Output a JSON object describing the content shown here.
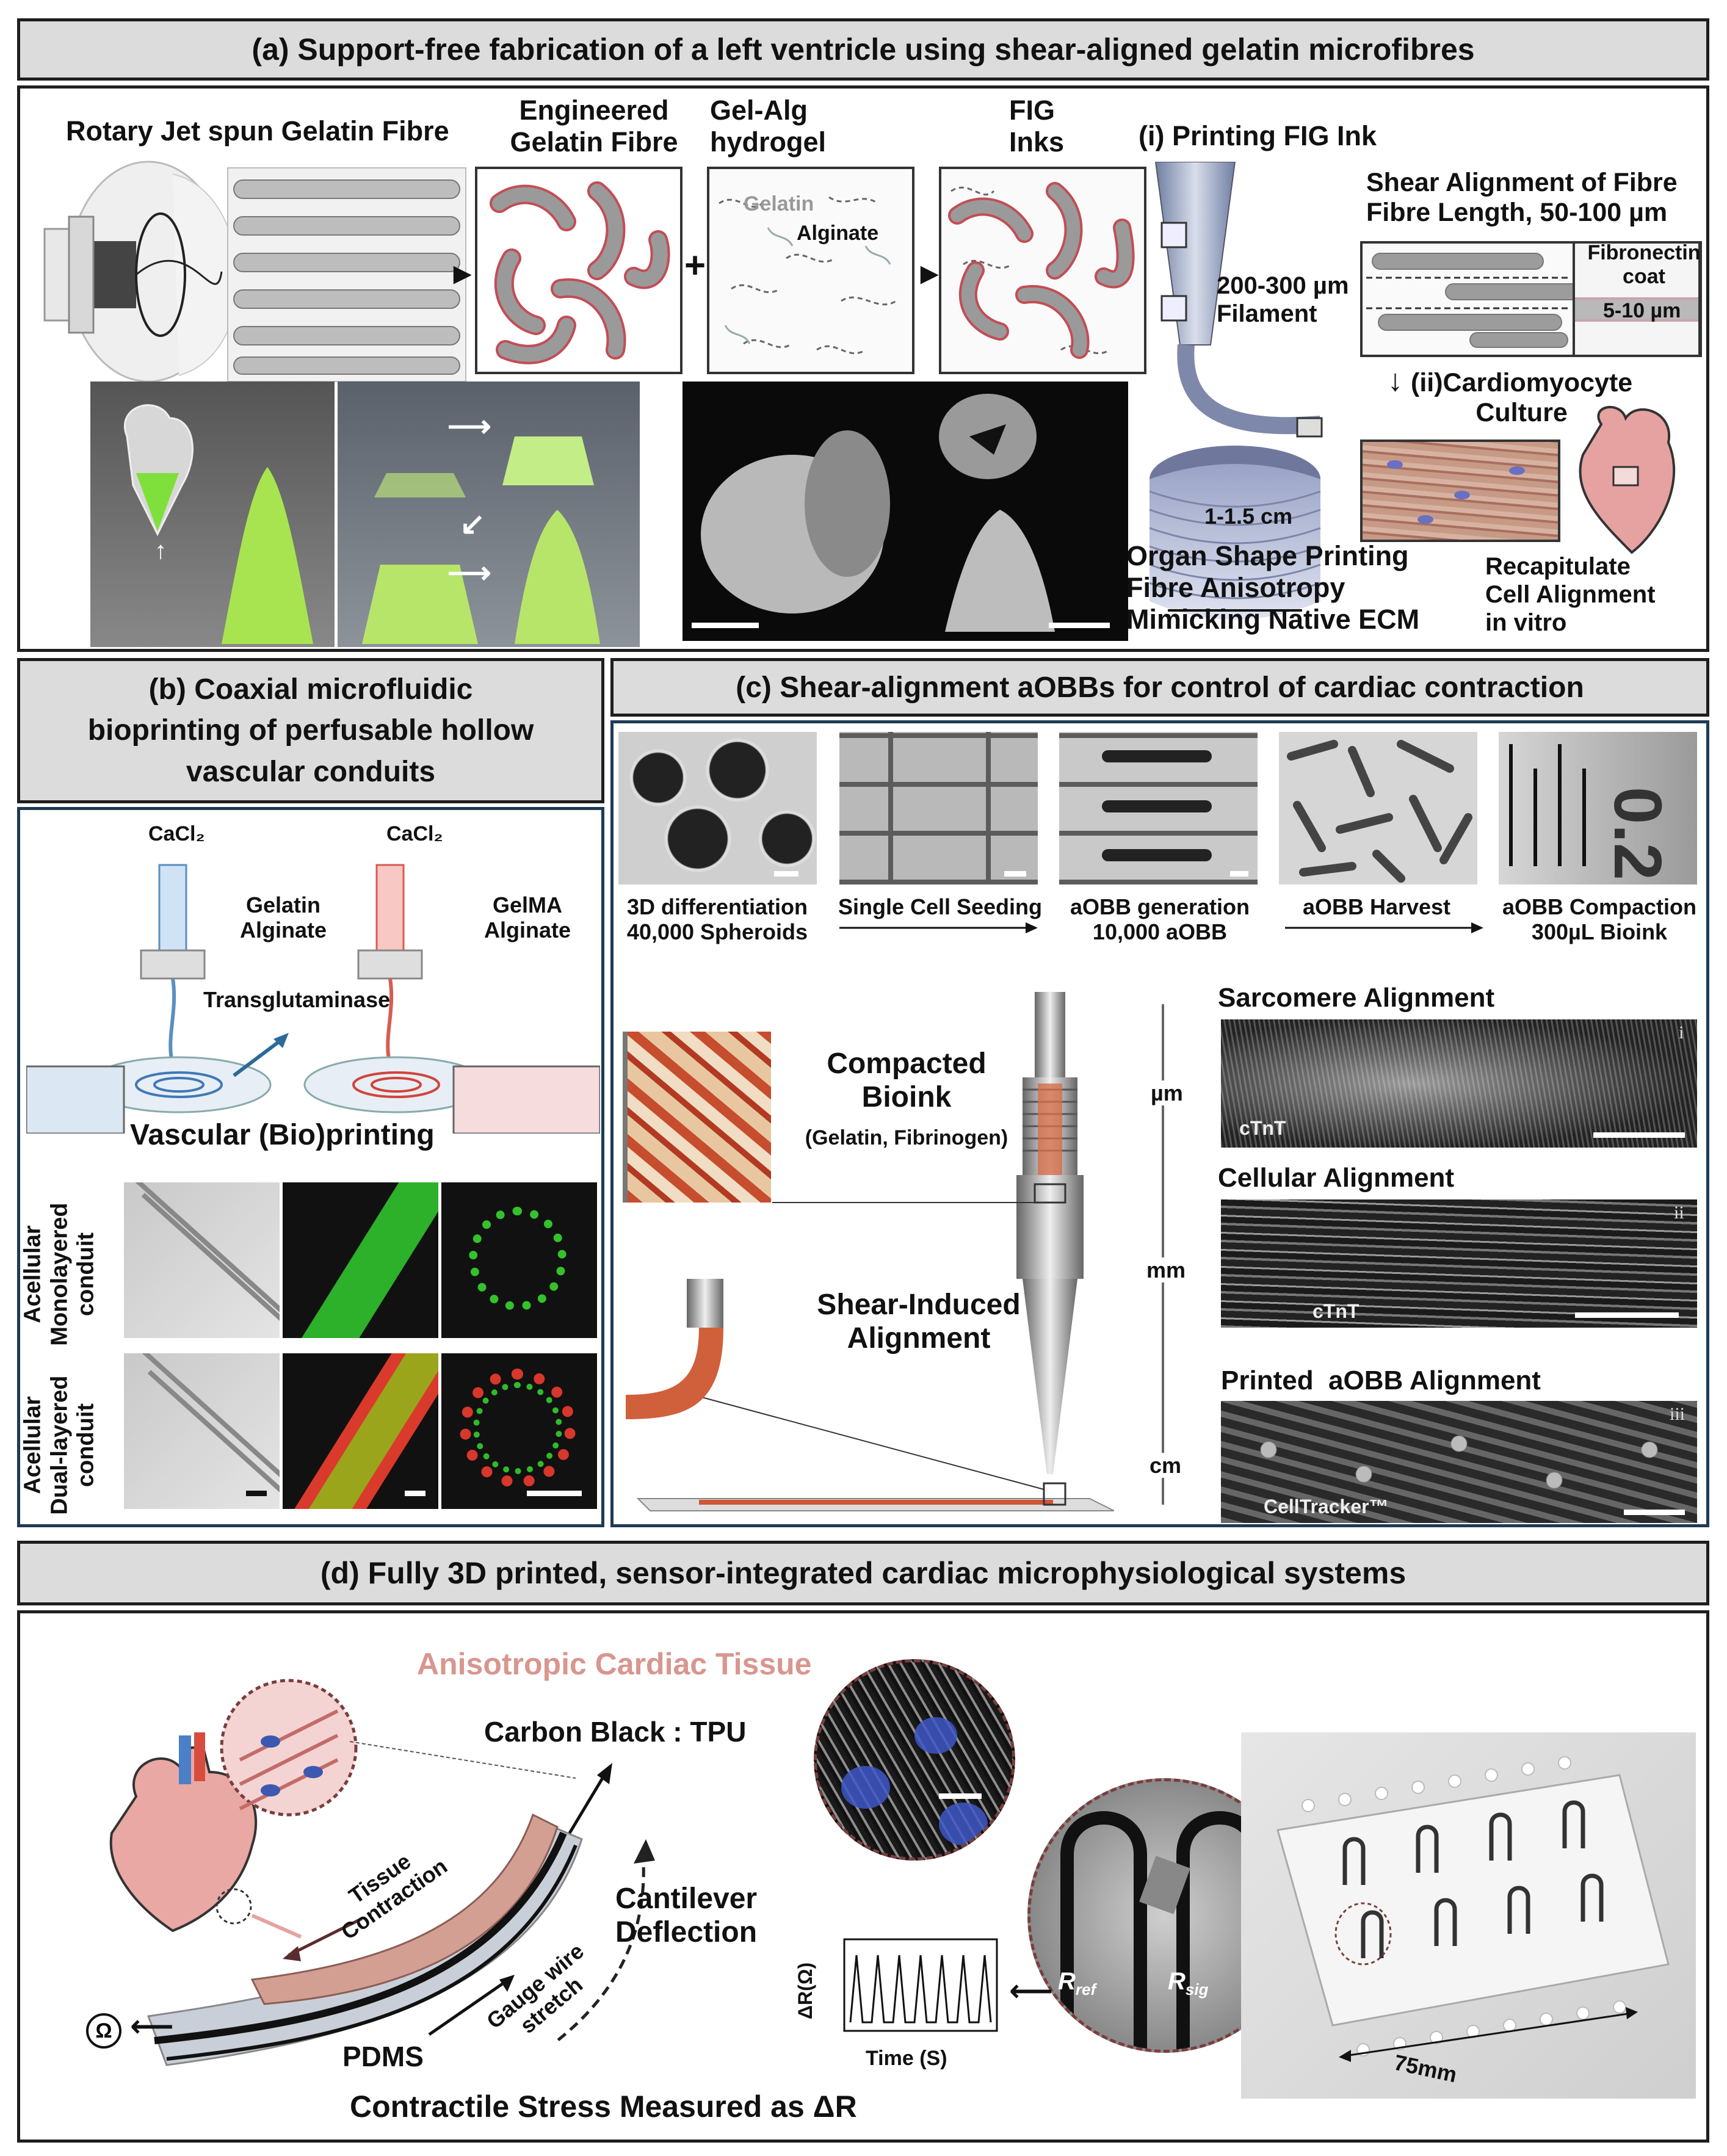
{
  "panel_a": {
    "title": "(a) Support-free fabrication of a left ventricle using shear-aligned gelatin microfibres",
    "rjs_label": "Rotary Jet spun Gelatin Fibre",
    "engineered_label": "Engineered\nGelatin Fibre",
    "gelalg_label": "Gel-Alg\nhydrogel",
    "gelatin_label": "Gelatin",
    "alginate_label": "Alginate",
    "fig_label": "FIG\nInks",
    "plus": "+",
    "printing_label": "(i) Printing FIG Ink",
    "shear_label": "Shear Alignment of Fibre\nFibre Length, 50-100 µm",
    "fibronectin_label": "Fibronectin\ncoat",
    "thickness_label": "5-10 µm",
    "filament_label": "200-300 µm\nFilament",
    "cardio_label": "(ii)Cardiomyocyte\nCulture",
    "size_label": "1-1.5 cm",
    "organ_label": "Organ Shape Printing\nFibre Anisotropy\nMimicking Native ECM",
    "recap_label": "Recapitulate\nCell Alignment\nin vitro"
  },
  "panel_b": {
    "title": "(b) Coaxial microfluidic\nbioprinting of perfusable hollow\nvascular conduits",
    "cacl2_left": "CaCl₂",
    "cacl2_right": "CaCl₂",
    "gelatin_alginate": "Gelatin\nAlginate",
    "gelma_alginate": "GelMA\nAlginate",
    "transglutaminase": "Transglutaminase",
    "vascular_label": "Vascular (Bio)printing",
    "row1_label": "Acellular\nMonolayered\nconduit",
    "row2_label": "Acellular\nDual-layered\nconduit"
  },
  "panel_c": {
    "title": "(c) Shear-alignment aOBBs for control of cardiac contraction",
    "steps": [
      {
        "label": "3D differentiation\n40,000 Spheroids"
      },
      {
        "label": "Single Cell Seeding"
      },
      {
        "label": "aOBB generation\n10,000 aOBB"
      },
      {
        "label": "aOBB Harvest"
      },
      {
        "label": "aOBB Compaction\n300µL Bioink"
      }
    ],
    "compacted_label": "Compacted\nBioink",
    "compacted_sub": "(Gelatin, Fibrinogen)",
    "shear_induced": "Shear-Induced\nAlignment",
    "scale_um": "µm",
    "scale_mm": "mm",
    "scale_cm": "cm",
    "sarcomere": "Sarcomere Alignment",
    "cellular": "Cellular Alignment",
    "printed": "Printed  aOBB Alignment",
    "ctnt1": "cTnT",
    "ctnt2": "cTnT",
    "celltracker": "CellTracker™",
    "roman": [
      "i",
      "ii",
      "iii"
    ]
  },
  "panel_d": {
    "title": "(d) Fully 3D printed, sensor-integrated cardiac microphysiological systems",
    "anisotropic": "Anisotropic Cardiac Tissue",
    "carbon": "Carbon Black : TPU",
    "tissue_contraction": "Tissue\nContraction",
    "cantilever": "Cantilever\nDeflection",
    "gauge": "Gauge wire\nstretch",
    "pdms": "PDMS",
    "ohm": "Ω",
    "contractile": "Contractile Stress Measured as ΔR",
    "delta_r": "ΔR(Ω)",
    "time": "Time (S)",
    "r_ref": "R",
    "r_ref_sub": "ref",
    "r_sig": "R",
    "r_sig_sub": "sig",
    "length": "75mm"
  }
}
